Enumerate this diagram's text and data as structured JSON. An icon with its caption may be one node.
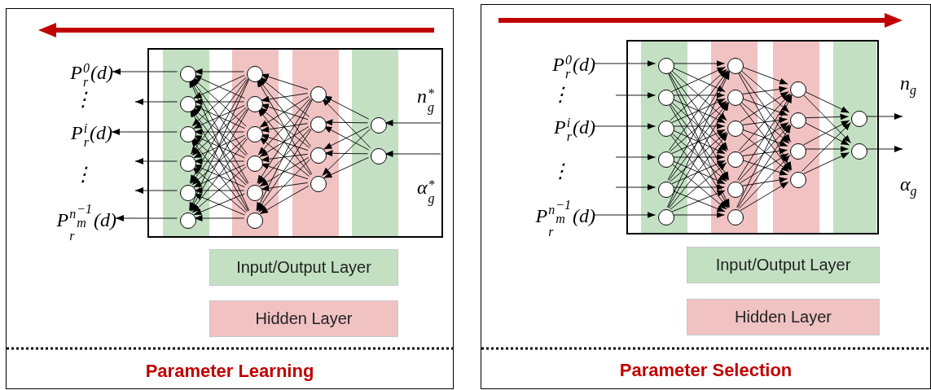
{
  "diagram": {
    "nodes": [
      {
        "text": [
          "Parameter Learning"
        ]
      },
      {
        "text": [],
        "shape": "box",
        "in": 0
      },
      {
        "text": [],
        "shape": "circle",
        "in": 1
      },
      {
        "text": [],
        "shape": "circle",
        "in": 1
      },
      {
        "text": [],
        "shape": "circle",
        "in": 1
      },
      {
        "text": [],
        "shape": "circle",
        "in": 1
      },
      {
        "text": [],
        "shape": "circle",
        "in": 1
      },
      {
        "text": [],
        "shape": "circle",
        "in": 1
      },
      {
        "text": [],
        "shape": "circle",
        "in": 1
      },
      {
        "text": [],
        "shape": "circle",
        "in": 1
      },
      {
        "text": [],
        "shape": "circle",
        "in": 1
      },
      {
        "text": [],
        "shape": "circle",
        "in": 1
      },
      {
        "text": [],
        "shape": "circle",
        "in": 1
      },
      {
        "text": [],
        "shape": "circle",
        "in": 1
      },
      {
        "text": [],
        "shape": "circle",
        "in": 1
      },
      {
        "text": [],
        "shape": "circle",
        "in": 1
      },
      {
        "text": [],
        "shape": "circle",
        "in": 1
      },
      {
        "text": [],
        "shape": "circle",
        "in": 1
      },
      {
        "text": [],
        "shape": "circle",
        "in": 1
      },
      {
        "text": [],
        "shape": "circle",
        "in": 1
      },
      {
        "text": [
          "P$_{r}$$^{0}$(d)"
        ],
        "in": 0
      },
      {
        "text": [
          "P$_{r}$$^{i}$(d)"
        ],
        "in": 0
      },
      {
        "text": [
          "P$_{r}$$^{n}$$_{m}$$^{−1}$(d)"
        ],
        "in": 0
      },
      {
        "text": [
          "Parameter Selection"
        ]
      },
      {
        "text": [],
        "shape": "box",
        "in": 23
      },
      {
        "text": [],
        "shape": "circle",
        "in": 24
      },
      {
        "text": [],
        "shape": "circle",
        "in": 24
      },
      {
        "text": [],
        "shape": "circle",
        "in": 24
      },
      {
        "text": [],
        "shape": "circle",
        "in": 24
      },
      {
        "text": [],
        "shape": "circle",
        "in": 24
      },
      {
        "text": [],
        "shape": "circle",
        "in": 24
      },
      {
        "text": [],
        "shape": "circle",
        "in": 24
      },
      {
        "text": [],
        "shape": "circle",
        "in": 24
      },
      {
        "text": [],
        "shape": "circle",
        "in": 24
      },
      {
        "text": [],
        "shape": "circle",
        "in": 24
      },
      {
        "text": [],
        "shape": "circle",
        "in": 24
      },
      {
        "text": [],
        "shape": "circle",
        "in": 24
      },
      {
        "text": [],
        "shape": "circle",
        "in": 24
      },
      {
        "text": [],
        "shape": "circle",
        "in": 24
      },
      {
        "text": [],
        "shape": "circle",
        "in": 24
      },
      {
        "text": [],
        "shape": "circle",
        "in": 24
      },
      {
        "text": [],
        "shape": "circle",
        "in": 24
      },
      {
        "text": [],
        "shape": "circle",
        "in": 24
      },
      {
        "text": [
          "P$_{r}$$^{0}$(d)"
        ],
        "in": 23
      },
      {
        "text": [
          "P$_{r}$$^{i}$(d)"
        ],
        "in": 23
      },
      {
        "text": [
          "P$_{r}$$^{n}$$_{m}$$^{−1}$(d)"
        ],
        "in": 23
      }
    ],
    "edges": [
      {
        "from": 2,
        "to": 20,
        "arrow": "to"
      },
      {
        "from": 3,
        "to": null,
        "arrow": "to"
      },
      {
        "from": 4,
        "to": 21,
        "arrow": "to"
      },
      {
        "from": 5,
        "to": null,
        "arrow": "to"
      },
      {
        "from": 6,
        "to": null,
        "arrow": "to"
      },
      {
        "from": 7,
        "to": 22,
        "arrow": "to"
      },
      {
        "from": 8,
        "to": 2,
        "arrow": "to"
      },
      {
        "from": 8,
        "to": 3,
        "arrow": "to"
      },
      {
        "from": 8,
        "to": 4,
        "arrow": "to"
      },
      {
        "from": 8,
        "to": 5,
        "arrow": "to"
      },
      {
        "from": 8,
        "to": 6,
        "arrow": "to"
      },
      {
        "from": 8,
        "to": 7,
        "arrow": "to"
      },
      {
        "from": 9,
        "to": 2,
        "arrow": "to"
      },
      {
        "from": 9,
        "to": 3,
        "arrow": "to"
      },
      {
        "from": 9,
        "to": 4,
        "arrow": "to"
      },
      {
        "from": 9,
        "to": 5,
        "arrow": "to"
      },
      {
        "from": 9,
        "to": 6,
        "arrow": "to"
      },
      {
        "from": 9,
        "to": 7,
        "arrow": "to"
      },
      {
        "from": 10,
        "to": 2,
        "arrow": "to"
      },
      {
        "from": 10,
        "to": 3,
        "arrow": "to"
      },
      {
        "from": 10,
        "to": 4,
        "arrow": "to"
      },
      {
        "from": 10,
        "to": 5,
        "arrow": "to"
      },
      {
        "from": 10,
        "to": 6,
        "arrow": "to"
      },
      {
        "from": 10,
        "to": 7,
        "arrow": "to"
      },
      {
        "from": 11,
        "to": 2,
        "arrow": "to"
      },
      {
        "from": 11,
        "to": 3,
        "arrow": "to"
      },
      {
        "from": 11,
        "to": 4,
        "arrow": "to"
      },
      {
        "from": 11,
        "to": 5,
        "arrow": "to"
      },
      {
        "from": 11,
        "to": 6,
        "arrow": "to"
      },
      {
        "from": 11,
        "to": 7,
        "arrow": "to"
      },
      {
        "from": 12,
        "to": 2,
        "arrow": "to"
      },
      {
        "from": 12,
        "to": 3,
        "arrow": "to"
      },
      {
        "from": 12,
        "to": 4,
        "arrow": "to"
      },
      {
        "from": 12,
        "to": 5,
        "arrow": "to"
      },
      {
        "from": 12,
        "to": 6,
        "arrow": "to"
      },
      {
        "from": 12,
        "to": 7,
        "arrow": "to"
      },
      {
        "from": 13,
        "to": 2,
        "arrow": "to"
      },
      {
        "from": 13,
        "to": 3,
        "arrow": "to"
      },
      {
        "from": 13,
        "to": 4,
        "arrow": "to"
      },
      {
        "from": 13,
        "to": 5,
        "arrow": "to"
      },
      {
        "from": 13,
        "to": 6,
        "arrow": "to"
      },
      {
        "from": 13,
        "to": 7,
        "arrow": "to"
      },
      {
        "from": 14,
        "to": 8,
        "arrow": "to"
      },
      {
        "from": 14,
        "to": 9,
        "arrow": "to"
      },
      {
        "from": 14,
        "to": 10,
        "arrow": "to"
      },
      {
        "from": 14,
        "to": 11,
        "arrow": "to"
      },
      {
        "from": 14,
        "to": 12,
        "arrow": "to"
      },
      {
        "from": 14,
        "to": 13,
        "arrow": "to"
      },
      {
        "from": 15,
        "to": 8,
        "arrow": "to"
      },
      {
        "from": 15,
        "to": 9,
        "arrow": "to"
      },
      {
        "from": 15,
        "to": 10,
        "arrow": "to"
      },
      {
        "from": 15,
        "to": 11,
        "arrow": "to"
      },
      {
        "from": 15,
        "to": 12,
        "arrow": "to"
      },
      {
        "from": 15,
        "to": 13,
        "arrow": "to"
      },
      {
        "from": 16,
        "to": 8,
        "arrow": "to"
      },
      {
        "from": 16,
        "to": 9,
        "arrow": "to"
      },
      {
        "from": 16,
        "to": 10,
        "arrow": "to"
      },
      {
        "from": 16,
        "to": 11,
        "arrow": "to"
      },
      {
        "from": 16,
        "to": 12,
        "arrow": "to"
      },
      {
        "from": 16,
        "to": 13,
        "arrow": "to"
      },
      {
        "from": 17,
        "to": 8,
        "arrow": "to"
      },
      {
        "from": 17,
        "to": 9,
        "arrow": "to"
      },
      {
        "from": 17,
        "to": 10,
        "arrow": "to"
      },
      {
        "from": 17,
        "to": 11,
        "arrow": "to"
      },
      {
        "from": 17,
        "to": 12,
        "arrow": "to"
      },
      {
        "from": 17,
        "to": 13,
        "arrow": "to"
      },
      {
        "from": 18,
        "to": 14,
        "arrow": "to"
      },
      {
        "from": 18,
        "to": 15,
        "arrow": "to"
      },
      {
        "from": 18,
        "to": 16,
        "arrow": "to"
      },
      {
        "from": 18,
        "to": 17,
        "arrow": "to"
      },
      {
        "from": 19,
        "to": 14,
        "arrow": "to"
      },
      {
        "from": 19,
        "to": 15,
        "arrow": "to"
      },
      {
        "from": 19,
        "to": 16,
        "arrow": "to"
      },
      {
        "from": 19,
        "to": 17,
        "arrow": "to"
      },
      {
        "from": null,
        "to": 18,
        "arrow": "to"
      },
      {
        "from": null,
        "to": 19,
        "arrow": "to"
      },
      {
        "from": 43,
        "to": 25,
        "arrow": "to"
      },
      {
        "from": null,
        "to": 26,
        "arrow": "to"
      },
      {
        "from": 44,
        "to": 27,
        "arrow": "to"
      },
      {
        "from": null,
        "to": 28,
        "arrow": "to"
      },
      {
        "from": null,
        "to": 29,
        "arrow": "to"
      },
      {
        "from": 45,
        "to": 30,
        "arrow": "to"
      },
      {
        "from": 25,
        "to": 31,
        "arrow": "to"
      },
      {
        "from": 25,
        "to": 32,
        "arrow": "to"
      },
      {
        "from": 25,
        "to": 33,
        "arrow": "to"
      },
      {
        "from": 25,
        "to": 34,
        "arrow": "to"
      },
      {
        "from": 25,
        "to": 35,
        "arrow": "to"
      },
      {
        "from": 25,
        "to": 36,
        "arrow": "to"
      },
      {
        "from": 26,
        "to": 31,
        "arrow": "to"
      },
      {
        "from": 26,
        "to": 32,
        "arrow": "to"
      },
      {
        "from": 26,
        "to": 33,
        "arrow": "to"
      },
      {
        "from": 26,
        "to": 34,
        "arrow": "to"
      },
      {
        "from": 26,
        "to": 35,
        "arrow": "to"
      },
      {
        "from": 26,
        "to": 36,
        "arrow": "to"
      },
      {
        "from": 27,
        "to": 31,
        "arrow": "to"
      },
      {
        "from": 27,
        "to": 32,
        "arrow": "to"
      },
      {
        "from": 27,
        "to": 33,
        "arrow": "to"
      },
      {
        "from": 27,
        "to": 34,
        "arrow": "to"
      },
      {
        "from": 27,
        "to": 35,
        "arrow": "to"
      },
      {
        "from": 27,
        "to": 36,
        "arrow": "to"
      },
      {
        "from": 28,
        "to": 31,
        "arrow": "to"
      },
      {
        "from": 28,
        "to": 32,
        "arrow": "to"
      },
      {
        "from": 28,
        "to": 33,
        "arrow": "to"
      },
      {
        "from": 28,
        "to": 34,
        "arrow": "to"
      },
      {
        "from": 28,
        "to": 35,
        "arrow": "to"
      },
      {
        "from": 28,
        "to": 36,
        "arrow": "to"
      },
      {
        "from": 29,
        "to": 31,
        "arrow": "to"
      },
      {
        "from": 29,
        "to": 32,
        "arrow": "to"
      },
      {
        "from": 29,
        "to": 33,
        "arrow": "to"
      },
      {
        "from": 29,
        "to": 34,
        "arrow": "to"
      },
      {
        "from": 29,
        "to": 35,
        "arrow": "to"
      },
      {
        "from": 29,
        "to": 36,
        "arrow": "to"
      },
      {
        "from": 30,
        "to": 31,
        "arrow": "to"
      },
      {
        "from": 30,
        "to": 32,
        "arrow": "to"
      },
      {
        "from": 30,
        "to": 33,
        "arrow": "to"
      },
      {
        "from": 30,
        "to": 34,
        "arrow": "to"
      },
      {
        "from": 30,
        "to": 35,
        "arrow": "to"
      },
      {
        "from": 30,
        "to": 36,
        "arrow": "to"
      },
      {
        "from": 31,
        "to": 37,
        "arrow": "to"
      },
      {
        "from": 31,
        "to": 38,
        "arrow": "to"
      },
      {
        "from": 31,
        "to": 39,
        "arrow": "to"
      },
      {
        "from": 31,
        "to": 40,
        "arrow": "to"
      },
      {
        "from": 32,
        "to": 37,
        "arrow": "to"
      },
      {
        "from": 32,
        "to": 38,
        "arrow": "to"
      },
      {
        "from": 32,
        "to": 39,
        "arrow": "to"
      },
      {
        "from": 32,
        "to": 40,
        "arrow": "to"
      },
      {
        "from": 33,
        "to": 37,
        "arrow": "to"
      },
      {
        "from": 33,
        "to": 38,
        "arrow": "to"
      },
      {
        "from": 33,
        "to": 39,
        "arrow": "to"
      },
      {
        "from": 33,
        "to": 40,
        "arrow": "to"
      },
      {
        "from": 34,
        "to": 37,
        "arrow": "to"
      },
      {
        "from": 34,
        "to": 38,
        "arrow": "to"
      },
      {
        "from": 34,
        "to": 39,
        "arrow": "to"
      },
      {
        "from": 34,
        "to": 40,
        "arrow": "to"
      },
      {
        "from": 35,
        "to": 37,
        "arrow": "to"
      },
      {
        "from": 35,
        "to": 38,
        "arrow": "to"
      },
      {
        "from": 35,
        "to": 39,
        "arrow": "to"
      },
      {
        "from": 35,
        "to": 40,
        "arrow": "to"
      },
      {
        "from": 36,
        "to": 37,
        "arrow": "to"
      },
      {
        "from": 36,
        "to": 38,
        "arrow": "to"
      },
      {
        "from": 36,
        "to": 39,
        "arrow": "to"
      },
      {
        "from": 36,
        "to": 40,
        "arrow": "to"
      },
      {
        "from": 37,
        "to": 41,
        "arrow": "to"
      },
      {
        "from": 37,
        "to": 42,
        "arrow": "to"
      },
      {
        "from": 38,
        "to": 41,
        "arrow": "to"
      },
      {
        "from": 38,
        "to": 42,
        "arrow": "to"
      },
      {
        "from": 39,
        "to": 41,
        "arrow": "to"
      },
      {
        "from": 39,
        "to": 42,
        "arrow": "to"
      },
      {
        "from": 40,
        "to": 41,
        "arrow": "to"
      },
      {
        "from": 40,
        "to": 42,
        "arrow": "to"
      },
      {
        "from": 41,
        "to": null,
        "arrow": "to"
      },
      {
        "from": 42,
        "to": null,
        "arrow": "to"
      }
    ],
    "labels": [
      "⋮",
      "n$_{g}$$^{*}$",
      "⋮",
      "α$_{g}$$^{*}$",
      "⋮",
      "n$_{g}$",
      "⋮",
      "α$_{g}$"
    ],
    "legend": [
      {
        "text": "Input/Output Layer",
        "color": "#c3e0c3"
      },
      {
        "text": "Hidden Layer",
        "color": "#f0c2c2"
      },
      {
        "text": "Input/Output Layer",
        "color": "#c3e0c3"
      },
      {
        "text": "Hidden Layer",
        "color": "#f0c2c2"
      }
    ]
  }
}
